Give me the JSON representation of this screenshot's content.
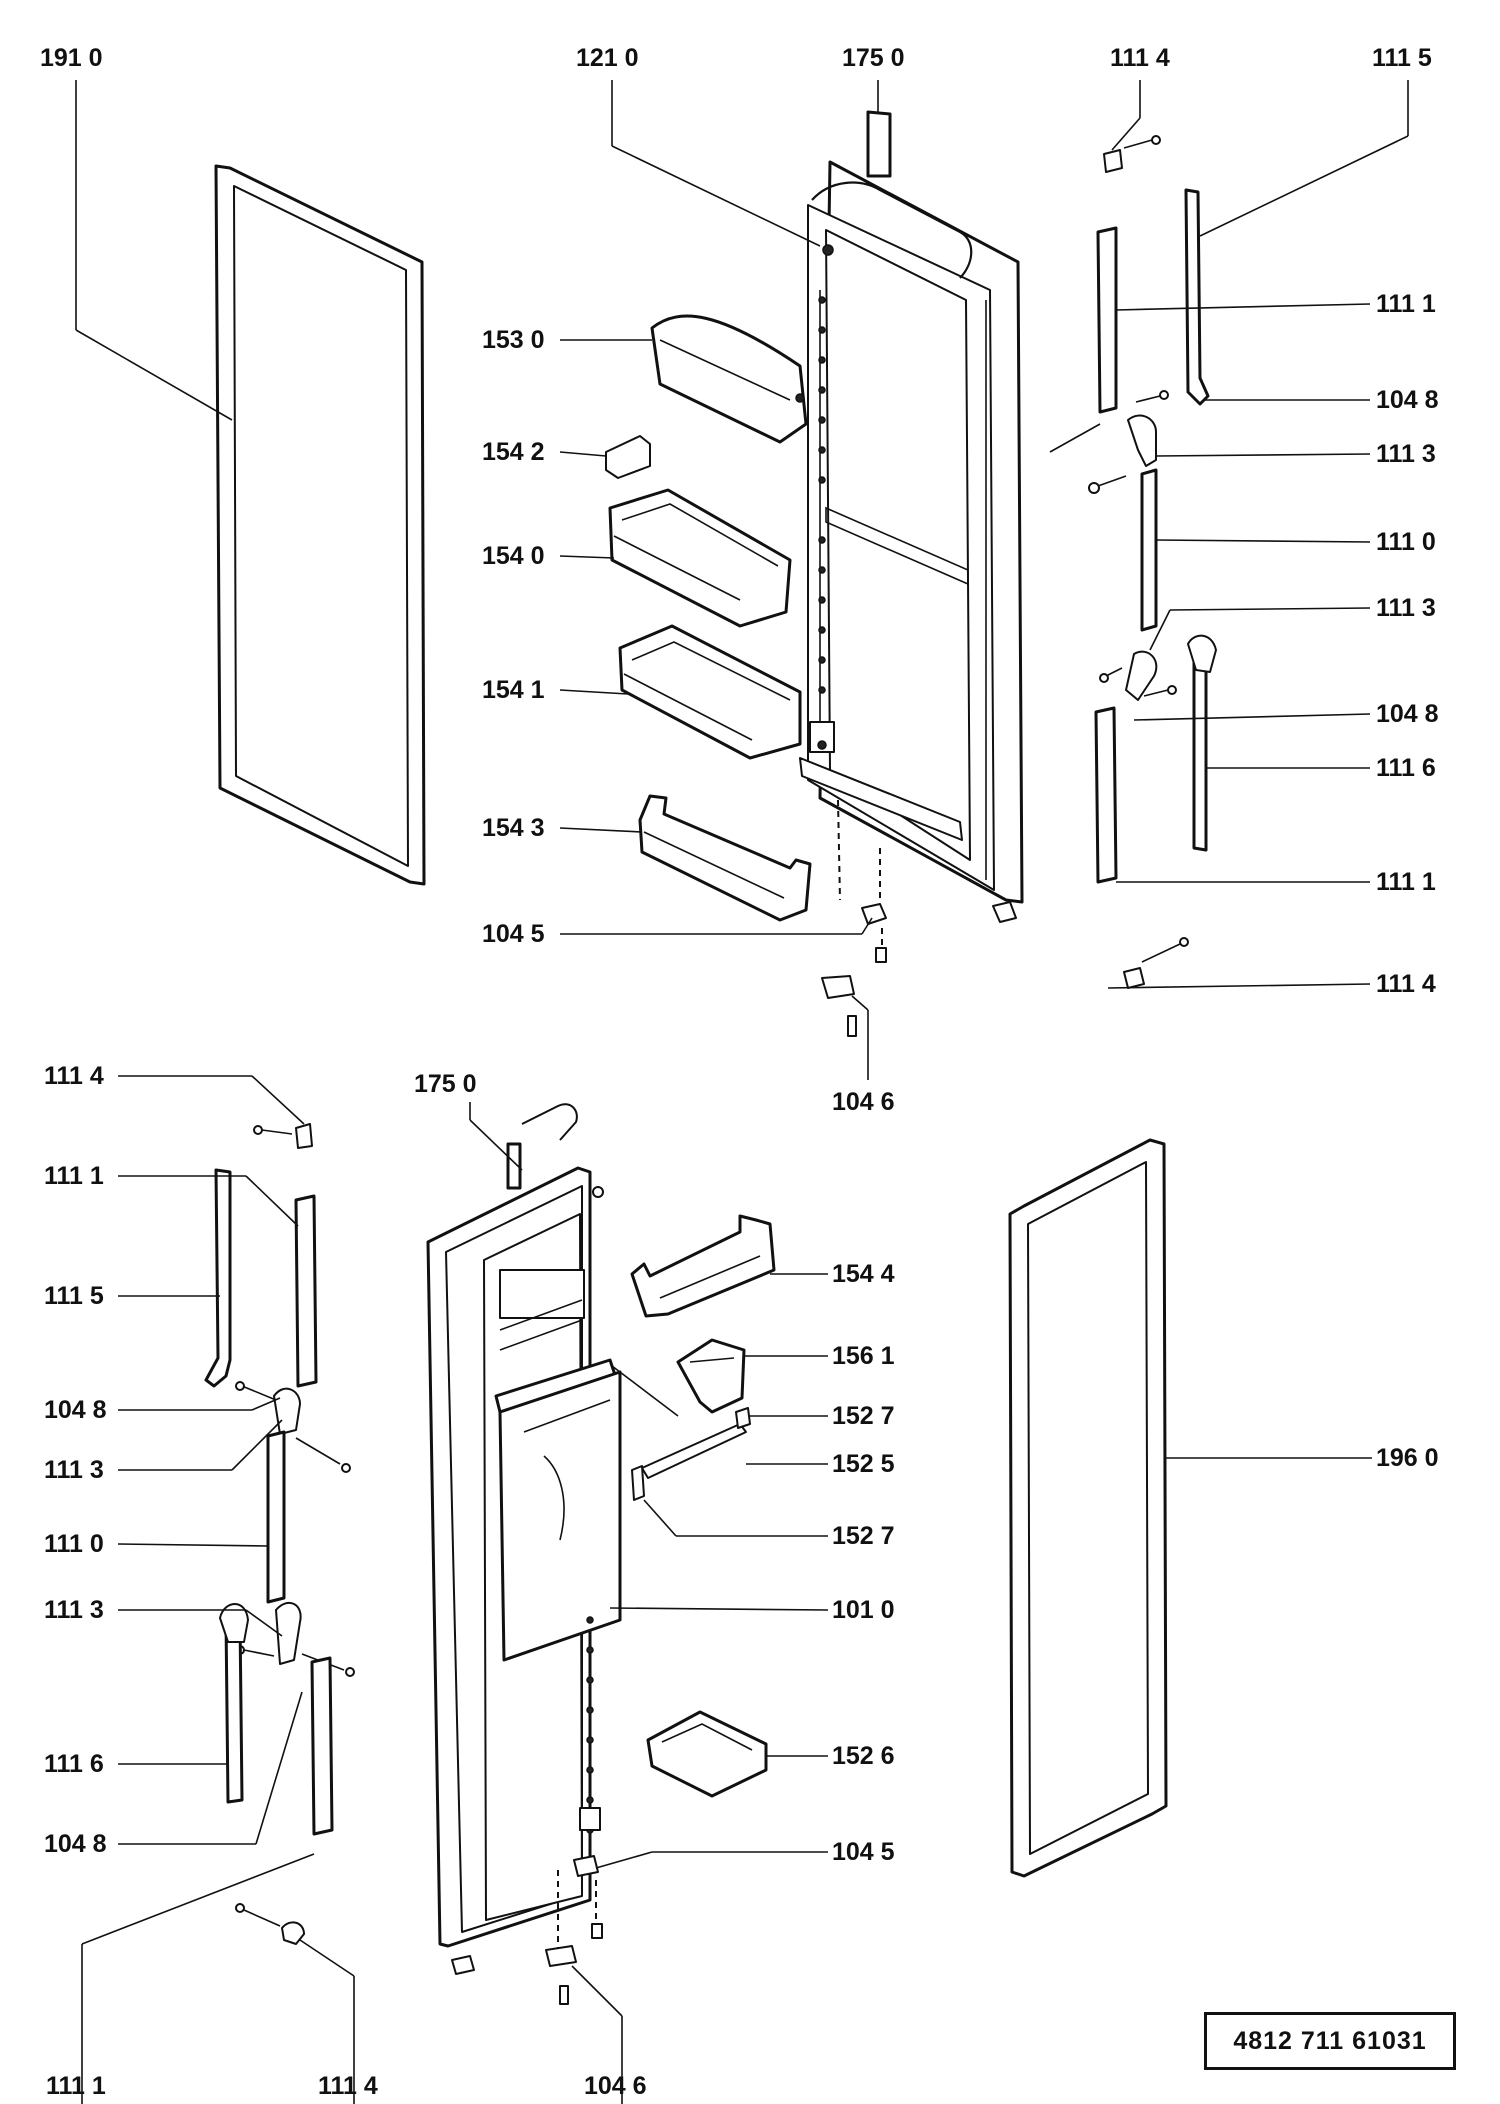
{
  "diagram": {
    "labels": {
      "top_1910": "191 0",
      "top_1210": "121 0",
      "top_1750": "175 0",
      "top_1114_a": "111 4",
      "top_1115": "111 5",
      "top_1111_a": "111 1",
      "top_1048_a": "104 8",
      "top_1113_a": "111 3",
      "top_1110": "111 0",
      "top_1113_b": "111 3",
      "top_1048_b": "104 8",
      "top_1116": "111 6",
      "top_1111_b": "111 1",
      "top_1114_b": "111 4",
      "top_1530": "153 0",
      "top_1542": "154 2",
      "top_1540": "154 0",
      "top_1541": "154 1",
      "top_1543": "154 3",
      "top_1045": "104 5",
      "top_1046": "104 6",
      "bot_1114_a": "111 4",
      "bot_1750": "175 0",
      "bot_1111_a": "111 1",
      "bot_1115": "111 5",
      "bot_1048_a": "104 8",
      "bot_1113_a": "111 3",
      "bot_1110": "111 0",
      "bot_1113_b": "111 3",
      "bot_1116": "111 6",
      "bot_1048_b": "104 8",
      "bot_1111_b": "111 1",
      "bot_1114_b": "111 4",
      "bot_1046": "104 6",
      "bot_1544": "154 4",
      "bot_1561": "156 1",
      "bot_1527_a": "152 7",
      "bot_1525": "152 5",
      "bot_1527_b": "152 7",
      "bot_1010": "101 0",
      "bot_1526": "152 6",
      "bot_1045": "104 5",
      "bot_1960": "196 0"
    },
    "reference_number": "4812  711  61031"
  }
}
